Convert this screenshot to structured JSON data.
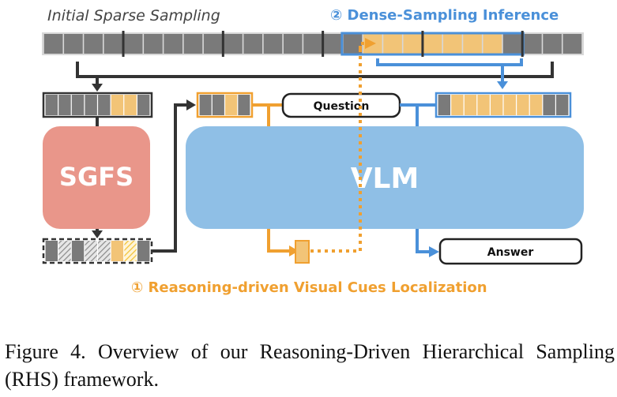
{
  "labels": {
    "initial_sampling": "Initial Sparse Sampling",
    "dense_sampling": "② Dense-Sampling Inference",
    "reasoning_localization": "① Reasoning-driven Visual Cues Localization"
  },
  "modules": {
    "sgfs": "SGFS",
    "vlm": "VLM"
  },
  "boxes": {
    "question": "Question",
    "answer": "Answer"
  },
  "colors": {
    "frame_gray": "#7a7a7a",
    "frame_orange": "#f2c477",
    "accent_orange": "#f0a030",
    "accent_blue": "#4a90d9",
    "sgfs_fill": "#e9968a",
    "vlm_fill": "#8fbfe6",
    "arrow_dark": "#333333"
  },
  "video_strip": {
    "frame_count": 27,
    "sparse_sample_indices": [
      4,
      9,
      14,
      19,
      24
    ],
    "dense_window": {
      "start": 15,
      "end": 23
    },
    "highlighted_frames": [
      16,
      17,
      18,
      19,
      20,
      21,
      22
    ]
  },
  "sparse_frames": [
    "gray",
    "gray",
    "gray",
    "gray",
    "gray",
    "orange",
    "orange",
    "gray"
  ],
  "selected_frames": [
    "gray",
    "gray",
    "orange",
    "gray"
  ],
  "sgfs_output_frames": [
    "gray",
    "hatched-gray",
    "gray",
    "hatched-gray",
    "hatched-gray",
    "orange",
    "hatched-orange",
    "gray"
  ],
  "dense_frames": [
    "gray",
    "orange",
    "orange",
    "orange",
    "orange",
    "orange",
    "orange",
    "orange",
    "gray",
    "gray"
  ],
  "caption": "Figure 4.  Overview of our Reasoning-Driven Hierarchical Sampling (RHS) framework."
}
